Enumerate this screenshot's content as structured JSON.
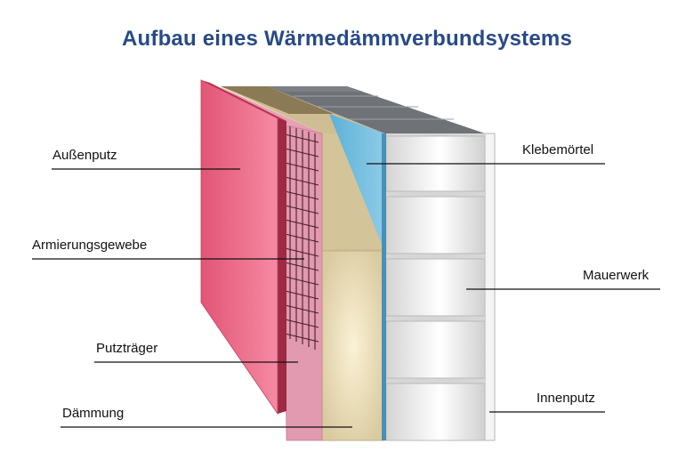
{
  "title": "Aufbau eines Wärmedämmverbundsystems",
  "labels": {
    "aussenputz": "Außenputz",
    "armierungsgewebe": "Armierungsgewebe",
    "putztraeger": "Putzträger",
    "daemmung": "Dämmung",
    "klebemoertel": "Klebemörtel",
    "mauerwerk": "Mauerwerk",
    "innenputz": "Innenputz"
  },
  "colors": {
    "title": "#284a86",
    "aussenputz": "#ec6f8b",
    "putztraeger": "#e6a3b6",
    "daemmung": "#d5c59c",
    "klebemoertel": "#6fbbdc",
    "mauerwerk": "#f3f3f3",
    "mauerwerk_top": "#6f7378",
    "leader_line": "#111111"
  }
}
